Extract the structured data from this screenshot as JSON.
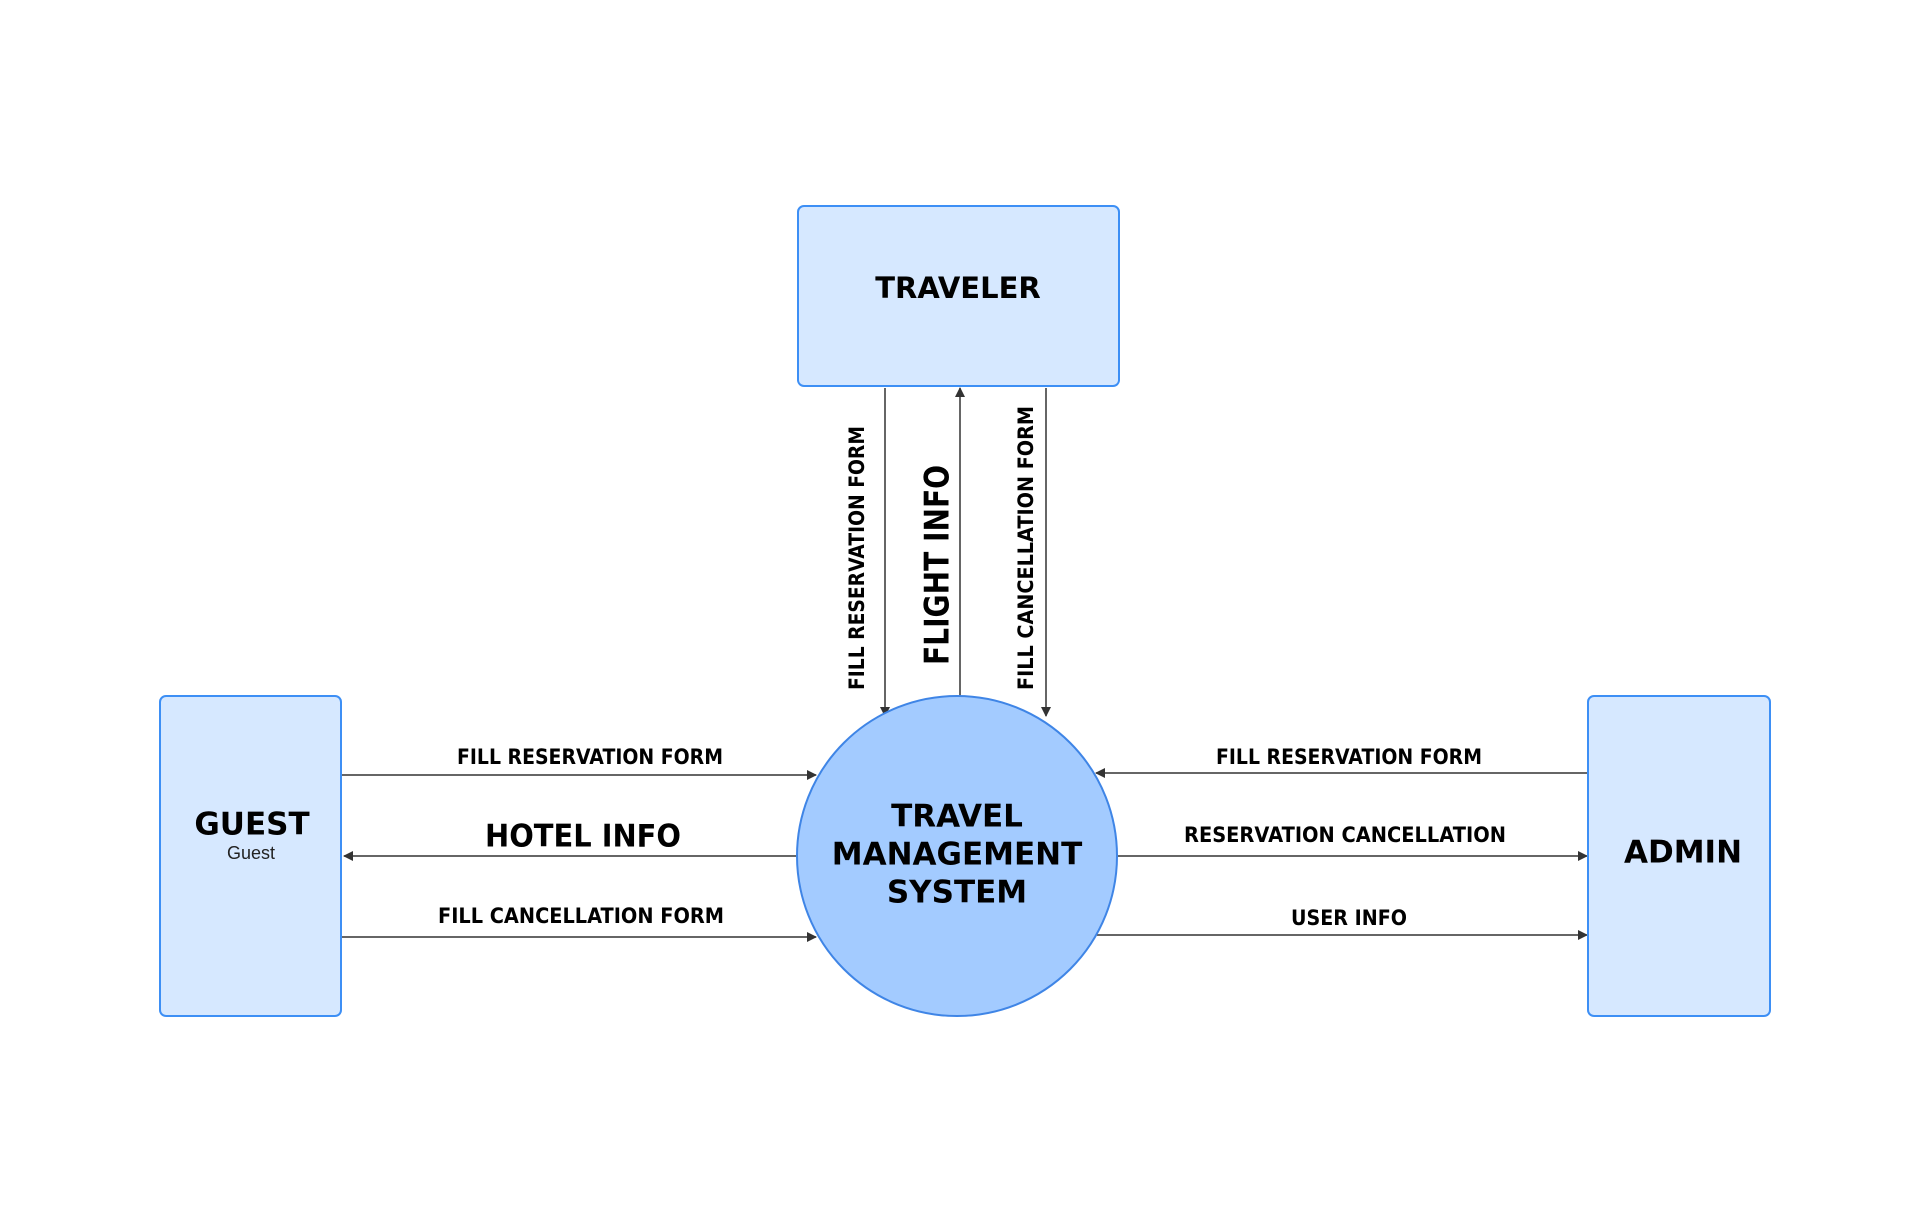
{
  "diagram": {
    "process": {
      "line1": "TRAVEL",
      "line2": "MANAGEMENT",
      "line3": "SYSTEM"
    },
    "entities": {
      "traveler": {
        "name": "TRAVELER"
      },
      "guest": {
        "name": "GUEST",
        "subtitle": "Guest"
      },
      "admin": {
        "name": "ADMIN"
      }
    },
    "flows": {
      "traveler_reservation": "FILL RESERVATION FORM",
      "traveler_flight_info": "FLIGHT INFO",
      "traveler_cancellation": "FILL CANCELLATION FORM",
      "guest_reservation": "FILL RESERVATION FORM",
      "guest_hotel_info": "HOTEL INFO",
      "guest_cancellation": "FILL CANCELLATION FORM",
      "admin_reservation": "FILL RESERVATION FORM",
      "admin_reservation_cancellation": "RESERVATION CANCELLATION",
      "admin_user_info": "USER INFO"
    }
  },
  "colors": {
    "entity_fill": "#d6e8ff",
    "entity_stroke": "#3d8ff5",
    "process_fill": "#a3cbff",
    "process_stroke": "#3f85e6",
    "line": "#333333"
  }
}
